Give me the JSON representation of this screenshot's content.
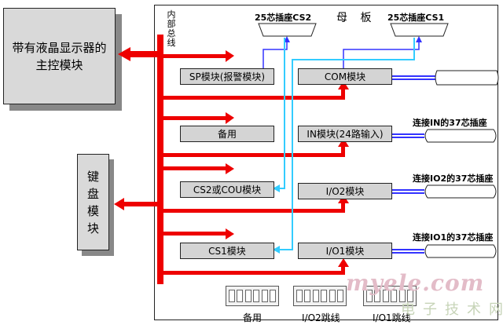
{
  "colors": {
    "bus": "#ee0000",
    "signal_blue": "#3333ff",
    "signal_cyan": "#33ccff",
    "module_fill": "#d4d4d4",
    "shadow": "#888888"
  },
  "external": {
    "main_unit_lines": [
      "带有液晶显示器的",
      "主控模块"
    ],
    "keyboard_chars": [
      "键",
      "盘",
      "模",
      "块"
    ]
  },
  "board": {
    "title": "母  板",
    "internal_bus_chars": [
      "内",
      "部",
      "总",
      "线"
    ]
  },
  "connectors": {
    "cs2_label": "25芯插座CS2",
    "cs1_label": "25芯插座CS1",
    "in_label": "连接IN的37芯插座",
    "io2_label": "连接IO2的37芯插座",
    "io1_label": "连接IO1的37芯插座"
  },
  "modules": {
    "sp": "SP模块(报警模块)",
    "com": "COM模块",
    "spare": "备用",
    "in": "IN模块(24路输入)",
    "cs2_cou": "CS2或COU模块",
    "io2": "I/O2模块",
    "cs1": "CS1模块",
    "io1": "I/O1模块"
  },
  "jumpers": {
    "spare": "备用",
    "io2": "I/O2跳线",
    "io1": "I/O1跳线"
  },
  "watermark": {
    "site": "myele.com",
    "cn": "电子技术网"
  }
}
